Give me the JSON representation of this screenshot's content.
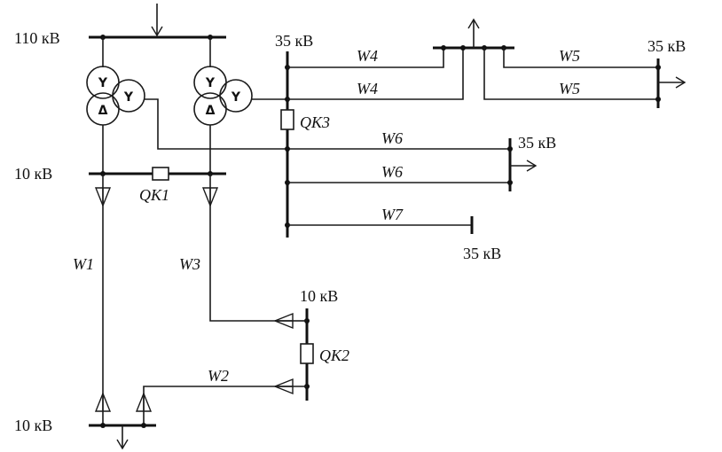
{
  "buses": {
    "hv_110": "110 кВ",
    "lv_10_main": "10 кВ",
    "mv_35_main": "35 кВ",
    "mv_35_right_top": "35 кВ",
    "mv_35_mid": "35 кВ",
    "mv_35_bottom": "35 кВ",
    "lv_10_right": "10 кВ",
    "lv_10_bottom": "10 кВ"
  },
  "breakers": {
    "qk1": "QK1",
    "qk2": "QK2",
    "qk3": "QK3"
  },
  "lines": {
    "w1": "W1",
    "w2": "W2",
    "w3": "W3",
    "w4_upper": "W4",
    "w4_lower": "W4",
    "w5_upper": "W5",
    "w5_lower": "W5",
    "w6_upper": "W6",
    "w6_lower": "W6",
    "w7": "W7"
  },
  "winding_symbols": {
    "star": "Y",
    "delta": "Δ"
  }
}
